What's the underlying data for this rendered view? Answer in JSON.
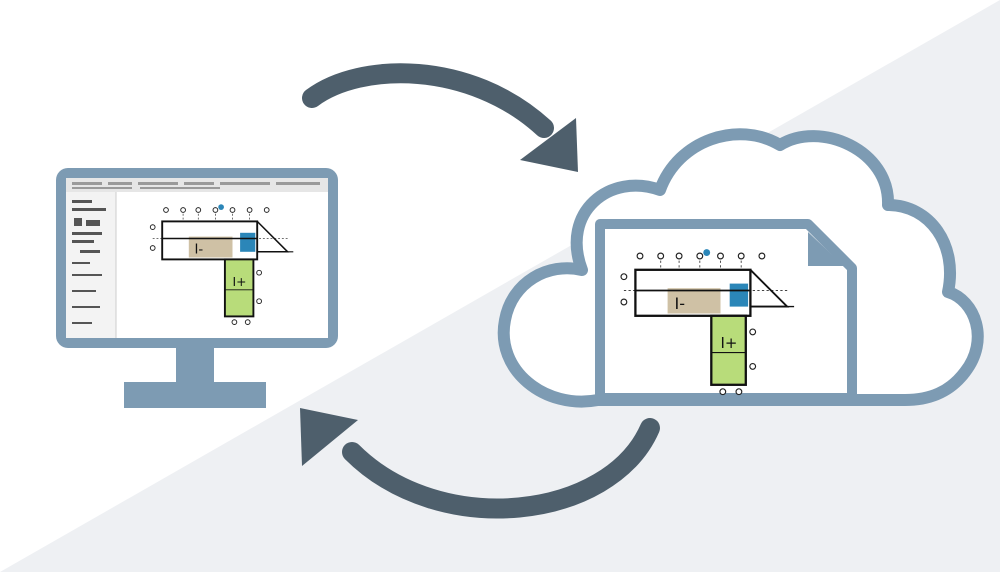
{
  "diagram": {
    "nodes": [
      {
        "id": "desktop-monitor",
        "kind": "monitor",
        "content": "floor-plan-drawing"
      },
      {
        "id": "cloud-storage",
        "kind": "cloud",
        "content": "document-with-floor-plan"
      }
    ],
    "edges": [
      {
        "from": "desktop-monitor",
        "to": "cloud-storage",
        "shape": "curved-arrow",
        "direction": "clockwise-top"
      },
      {
        "from": "cloud-storage",
        "to": "desktop-monitor",
        "shape": "curved-arrow",
        "direction": "clockwise-bottom"
      }
    ]
  },
  "colors": {
    "background_top": "#ffffff",
    "background_bottom": "#eef0f3",
    "outline": "#7d9bb3",
    "arrow": "#4e5f6c",
    "plan_tan": "#cfc1a5",
    "plan_blue": "#2b86b8",
    "plan_green": "#b8dc7a",
    "plan_line": "#222222"
  },
  "icons": [
    "monitor-icon",
    "cloud-icon",
    "document-icon",
    "sync-arrow-icon"
  ]
}
